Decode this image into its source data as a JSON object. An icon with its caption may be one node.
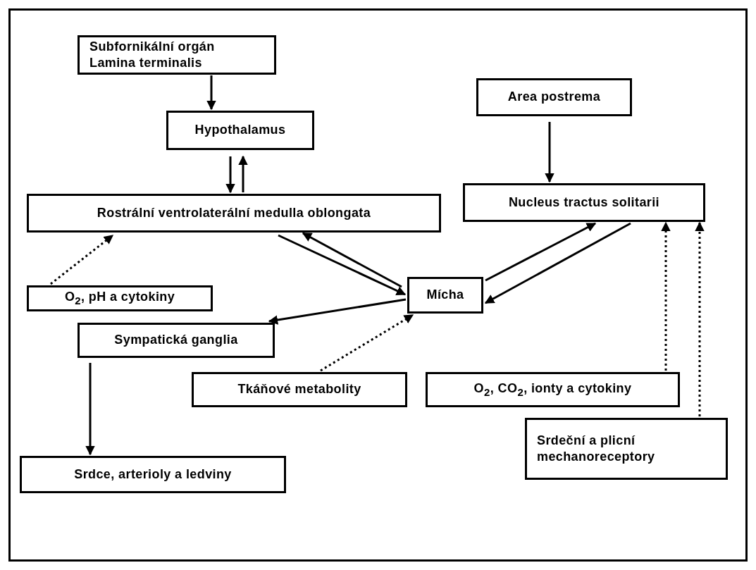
{
  "diagram": {
    "nodes": [
      {
        "text": [
          "Subfornikální orgán",
          "Lamina terminalis"
        ]
      },
      {
        "text": [
          "Hypothalamus"
        ]
      },
      {
        "text": [
          "Rostrální ventrolaterální medulla oblongata"
        ]
      },
      {
        "text": [
          "Area postrema"
        ]
      },
      {
        "text": [
          "Nucleus tractus solitarii"
        ]
      },
      {
        "text": [
          "O$_{2}$, pH a cytokiny"
        ]
      },
      {
        "text": [
          "Mícha"
        ]
      },
      {
        "text": [
          "Sympatická ganglia"
        ]
      },
      {
        "text": [
          "Tkáňové metabolity"
        ]
      },
      {
        "text": [
          "O$_{2}$, CO$_{2}$, ionty a cytokiny"
        ]
      },
      {
        "text": [
          "Srdeční a plicní mechanoreceptory"
        ]
      },
      {
        "text": [
          "Srdce, arterioly a ledviny"
        ]
      }
    ],
    "edges": [
      {
        "from": 0,
        "to": 1,
        "arrow": "to"
      },
      {
        "from": 1,
        "to": 2,
        "arrow": "to"
      },
      {
        "from": 2,
        "to": 1,
        "arrow": "to"
      },
      {
        "from": 3,
        "to": 4,
        "arrow": "to"
      },
      {
        "from": 5,
        "to": 2,
        "arrow": "to",
        "style": "dashed"
      },
      {
        "from": 2,
        "to": 6,
        "arrow": "to"
      },
      {
        "from": 6,
        "to": 2,
        "arrow": "to"
      },
      {
        "from": 6,
        "to": 4,
        "arrow": "to"
      },
      {
        "from": 4,
        "to": 6,
        "arrow": "to"
      },
      {
        "from": 6,
        "to": 7,
        "arrow": "to"
      },
      {
        "from": 8,
        "to": 6,
        "arrow": "to",
        "style": "dashed"
      },
      {
        "from": 9,
        "to": 4,
        "arrow": "to",
        "style": "dashed"
      },
      {
        "from": 10,
        "to": 4,
        "arrow": "to",
        "style": "dashed"
      },
      {
        "from": 7,
        "to": 11,
        "arrow": "to"
      }
    ]
  }
}
